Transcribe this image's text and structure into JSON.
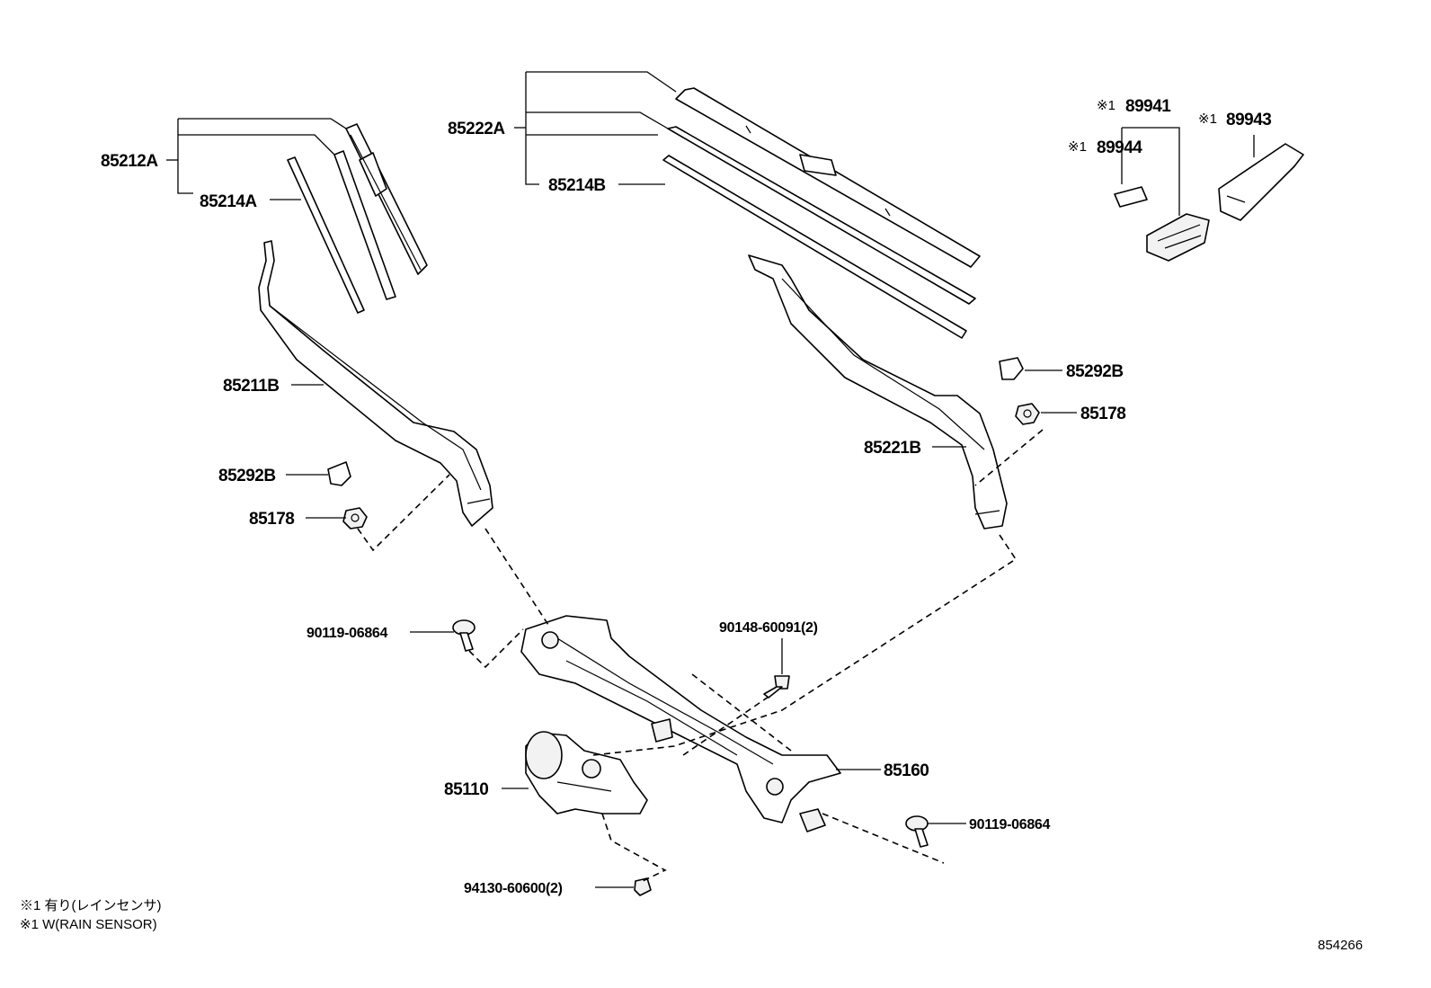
{
  "parts": {
    "p85212A": "85212A",
    "p85214A": "85214A",
    "p85222A": "85222A",
    "p85214B": "85214B",
    "p89941": "89941",
    "p89943": "89943",
    "p89944": "89944",
    "p85211B": "85211B",
    "p85292B_left": "85292B",
    "p85178_left": "85178",
    "p85292B_right": "85292B",
    "p85178_right": "85178",
    "p85221B": "85221B",
    "p90119_left": "90119-06864",
    "p90148": "90148-60091(2)",
    "p85160": "85160",
    "p85110": "85110",
    "p90119_right": "90119-06864",
    "p94130": "94130-60600(2)"
  },
  "marks": {
    "rain_sensor_mark": "※1"
  },
  "notes": {
    "line1": "※1 有り(レインセンサ)",
    "line2": "※1 W(RAIN SENSOR)"
  },
  "diagram_ref": "854266"
}
